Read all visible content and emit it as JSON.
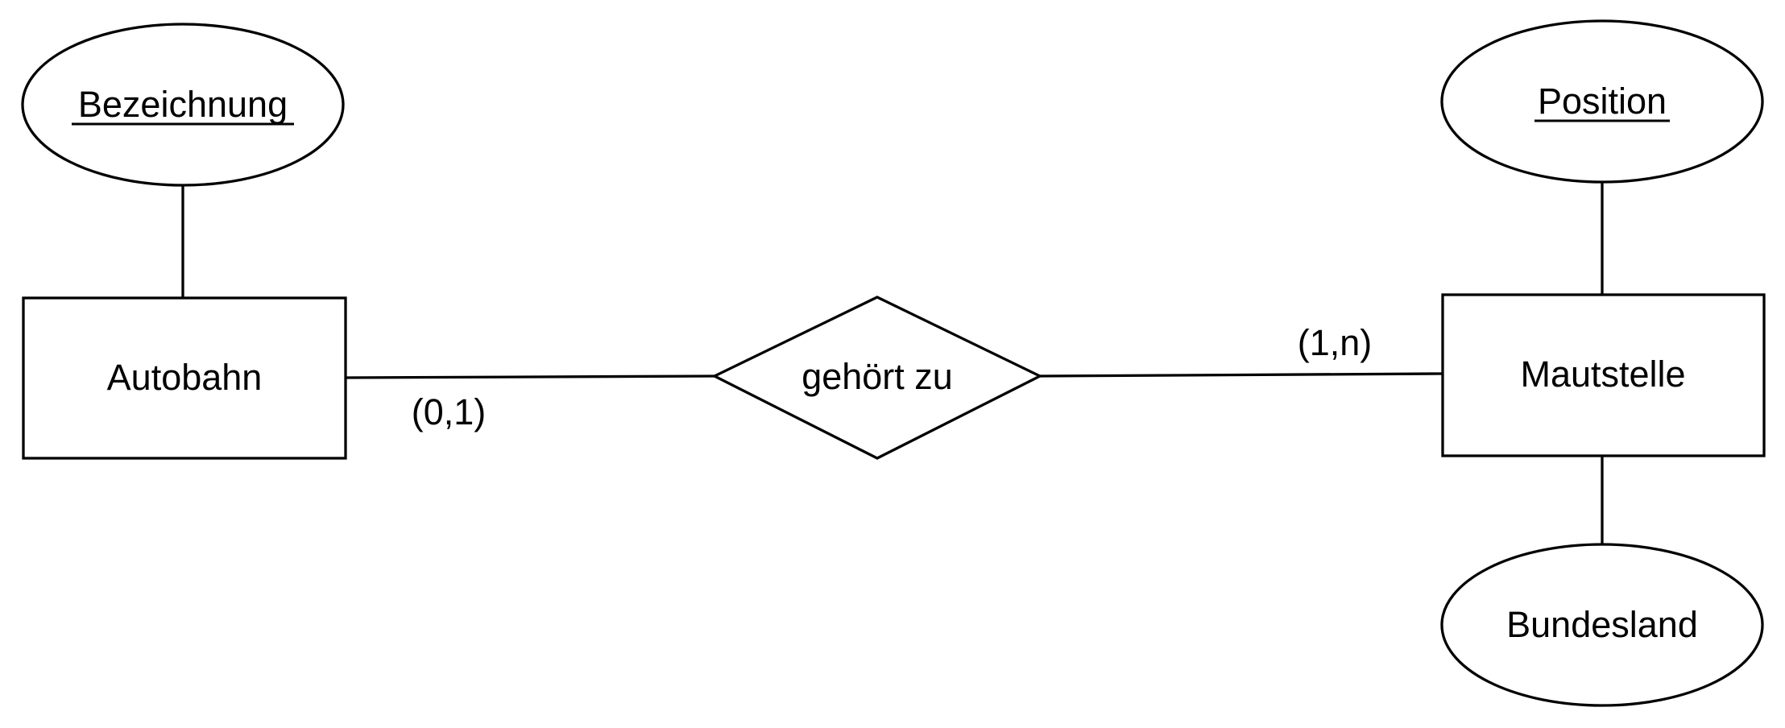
{
  "entities": {
    "autobahn": "Autobahn",
    "mautstelle": "Mautstelle"
  },
  "relationship": {
    "name": "gehört zu"
  },
  "attributes": {
    "bezeichnung": "Bezeichnung",
    "position": "Position",
    "bundesland": "Bundesland"
  },
  "cardinalities": {
    "autobahn_side": "(0,1)",
    "mautstelle_side": "(1,n)"
  }
}
